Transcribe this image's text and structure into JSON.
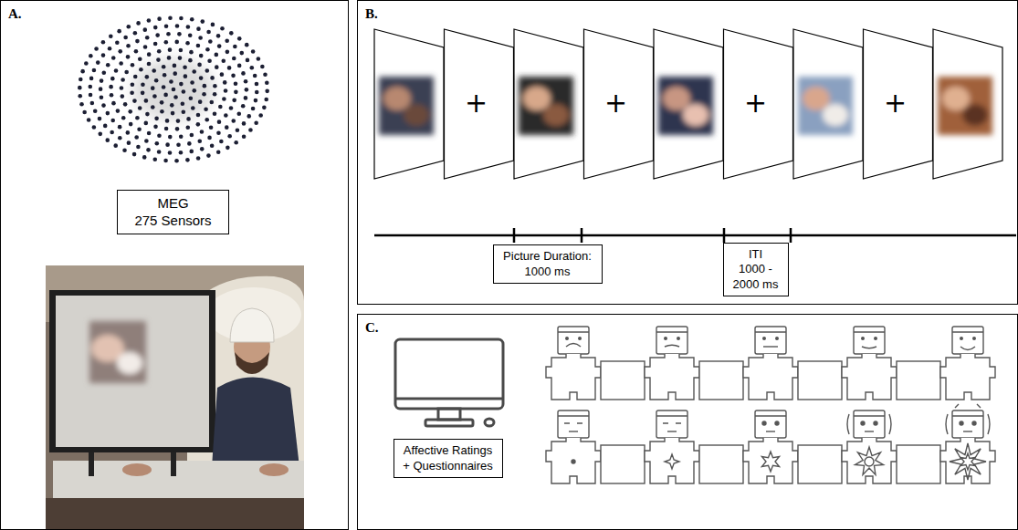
{
  "diagram": {
    "nodes": [
      {
        "text": [
          "A."
        ]
      },
      {
        "text": [
          "MEG",
          "275 Sensors"
        ],
        "in": 0
      },
      {
        "text": [
          "B."
        ]
      },
      {
        "text": [
          "Picture Duration: 1000 ms"
        ],
        "in": 2
      },
      {
        "text": [
          "ITI",
          "1000 - 2000 ms"
        ],
        "in": 2
      },
      {
        "text": [
          "C."
        ]
      },
      {
        "text": [
          "Affective Ratings + Questionnaires"
        ],
        "in": 5
      }
    ],
    "labels": [
      "+",
      "+",
      "+",
      "+"
    ]
  }
}
